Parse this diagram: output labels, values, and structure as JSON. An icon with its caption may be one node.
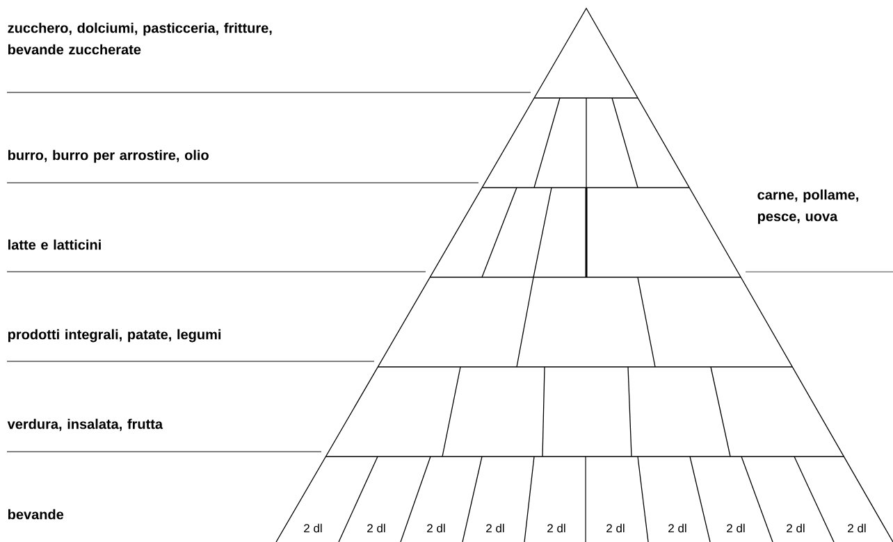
{
  "diagram": {
    "labels": [
      "zucchero, dolciumi, pasticceria, fritture, bevande zuccherate",
      "burro, burro per arrostire, olio",
      "carne, pollame, pesce, uova",
      "latte e latticini",
      "prodotti integrali, patate, legumi",
      "verdura, insalata, frutta",
      "bevande",
      "2 dl",
      "2 dl",
      "2 dl",
      "2 dl",
      "2 dl",
      "2 dl",
      "2 dl",
      "2 dl",
      "2 dl",
      "2 dl"
    ]
  }
}
